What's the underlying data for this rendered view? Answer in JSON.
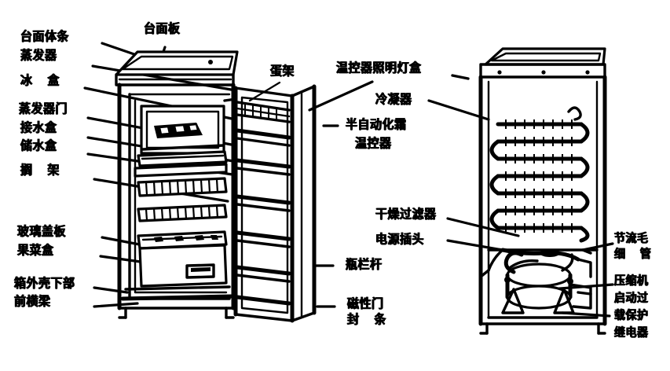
{
  "figure": {
    "kind": "exploded-parts-diagram",
    "subject": "household refrigerator",
    "ink_color": "#000000",
    "paper_color": "#ffffff",
    "views": [
      {
        "name": "front-open-view",
        "description": "refrigerator with door opened showing interior compartments"
      },
      {
        "name": "rear-view",
        "description": "back of refrigerator showing condenser coil and compressor"
      }
    ]
  },
  "labels": {
    "countertop_edge_strip": "台面体条",
    "evaporator": "蒸发器",
    "ice_box": "冰  盒",
    "evaporator_door": "蒸发器门",
    "water_receiving_tray": "接水盒",
    "water_storage_tray": "储水盒",
    "shelf_rack": "搁  架",
    "glass_cover_plate": "玻璃盖板",
    "fruit_vegetable_box": "果菜盒",
    "cabinet_shell_lower": "箱外壳下部",
    "front_cross_beam": "前横梁",
    "countertop_panel": "台面板",
    "egg_rack": "蛋架",
    "thermostat_lamp_box": "温控器照明灯盒",
    "semi_auto_defrost": "半自动化霜",
    "thermostat": "温控器",
    "bottle_rail": "瓶栏杆",
    "magnetic_door_seal_line1": "磁性门",
    "magnetic_door_seal_line2": "封  条",
    "condenser": "冷凝器",
    "drying_filter": "干燥过滤器",
    "power_plug": "电源插头",
    "throttle_capillary_line1": "节流毛",
    "throttle_capillary_line2": "细  管",
    "compressor": "压缩机",
    "start_overload_line1": "启动过",
    "start_overload_line2": "载保护",
    "start_overload_line3": "继电器"
  }
}
